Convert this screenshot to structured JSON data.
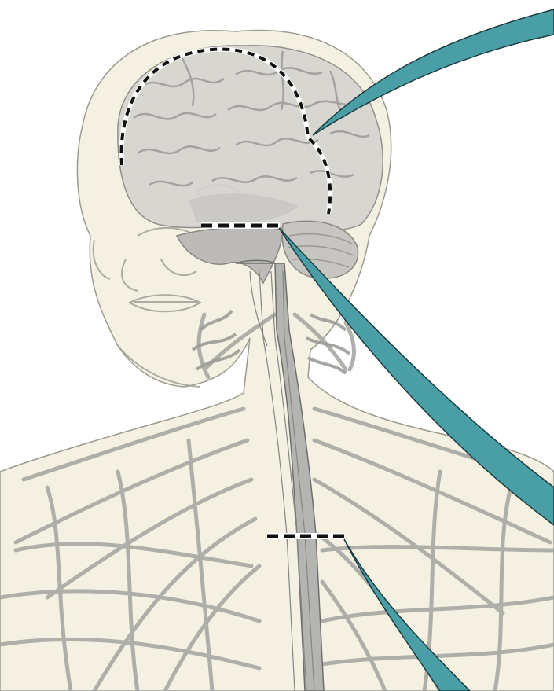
{
  "diagram": {
    "subject": "nervous-system-illustration",
    "regions": [
      {
        "id": "cerebrum",
        "outline_style": "dashed-dome"
      },
      {
        "id": "brainstem",
        "outline_style": "dashed-line"
      },
      {
        "id": "spinal-cord",
        "outline_style": "dashed-line"
      }
    ],
    "callouts": [
      {
        "id": "cerebrum-callout",
        "target": "cerebrum"
      },
      {
        "id": "brainstem-callout",
        "target": "brainstem"
      },
      {
        "id": "spinal-cord-callout",
        "target": "spinal-cord"
      }
    ],
    "labels_visible": false
  },
  "colors": {
    "background": "#ffffff",
    "skin_fill": "#f4f1e2",
    "skin_line": "#9a9a90",
    "nerve": "#a8a8a4",
    "brain": "#d6d4d0",
    "brain_shadow": "#9c9a96",
    "cord": "#b4b4b2",
    "callout": "#4a9ea6",
    "callout_edge": "#1c3c40",
    "dash_dark": "#111111",
    "dash_light": "#ffffff"
  }
}
